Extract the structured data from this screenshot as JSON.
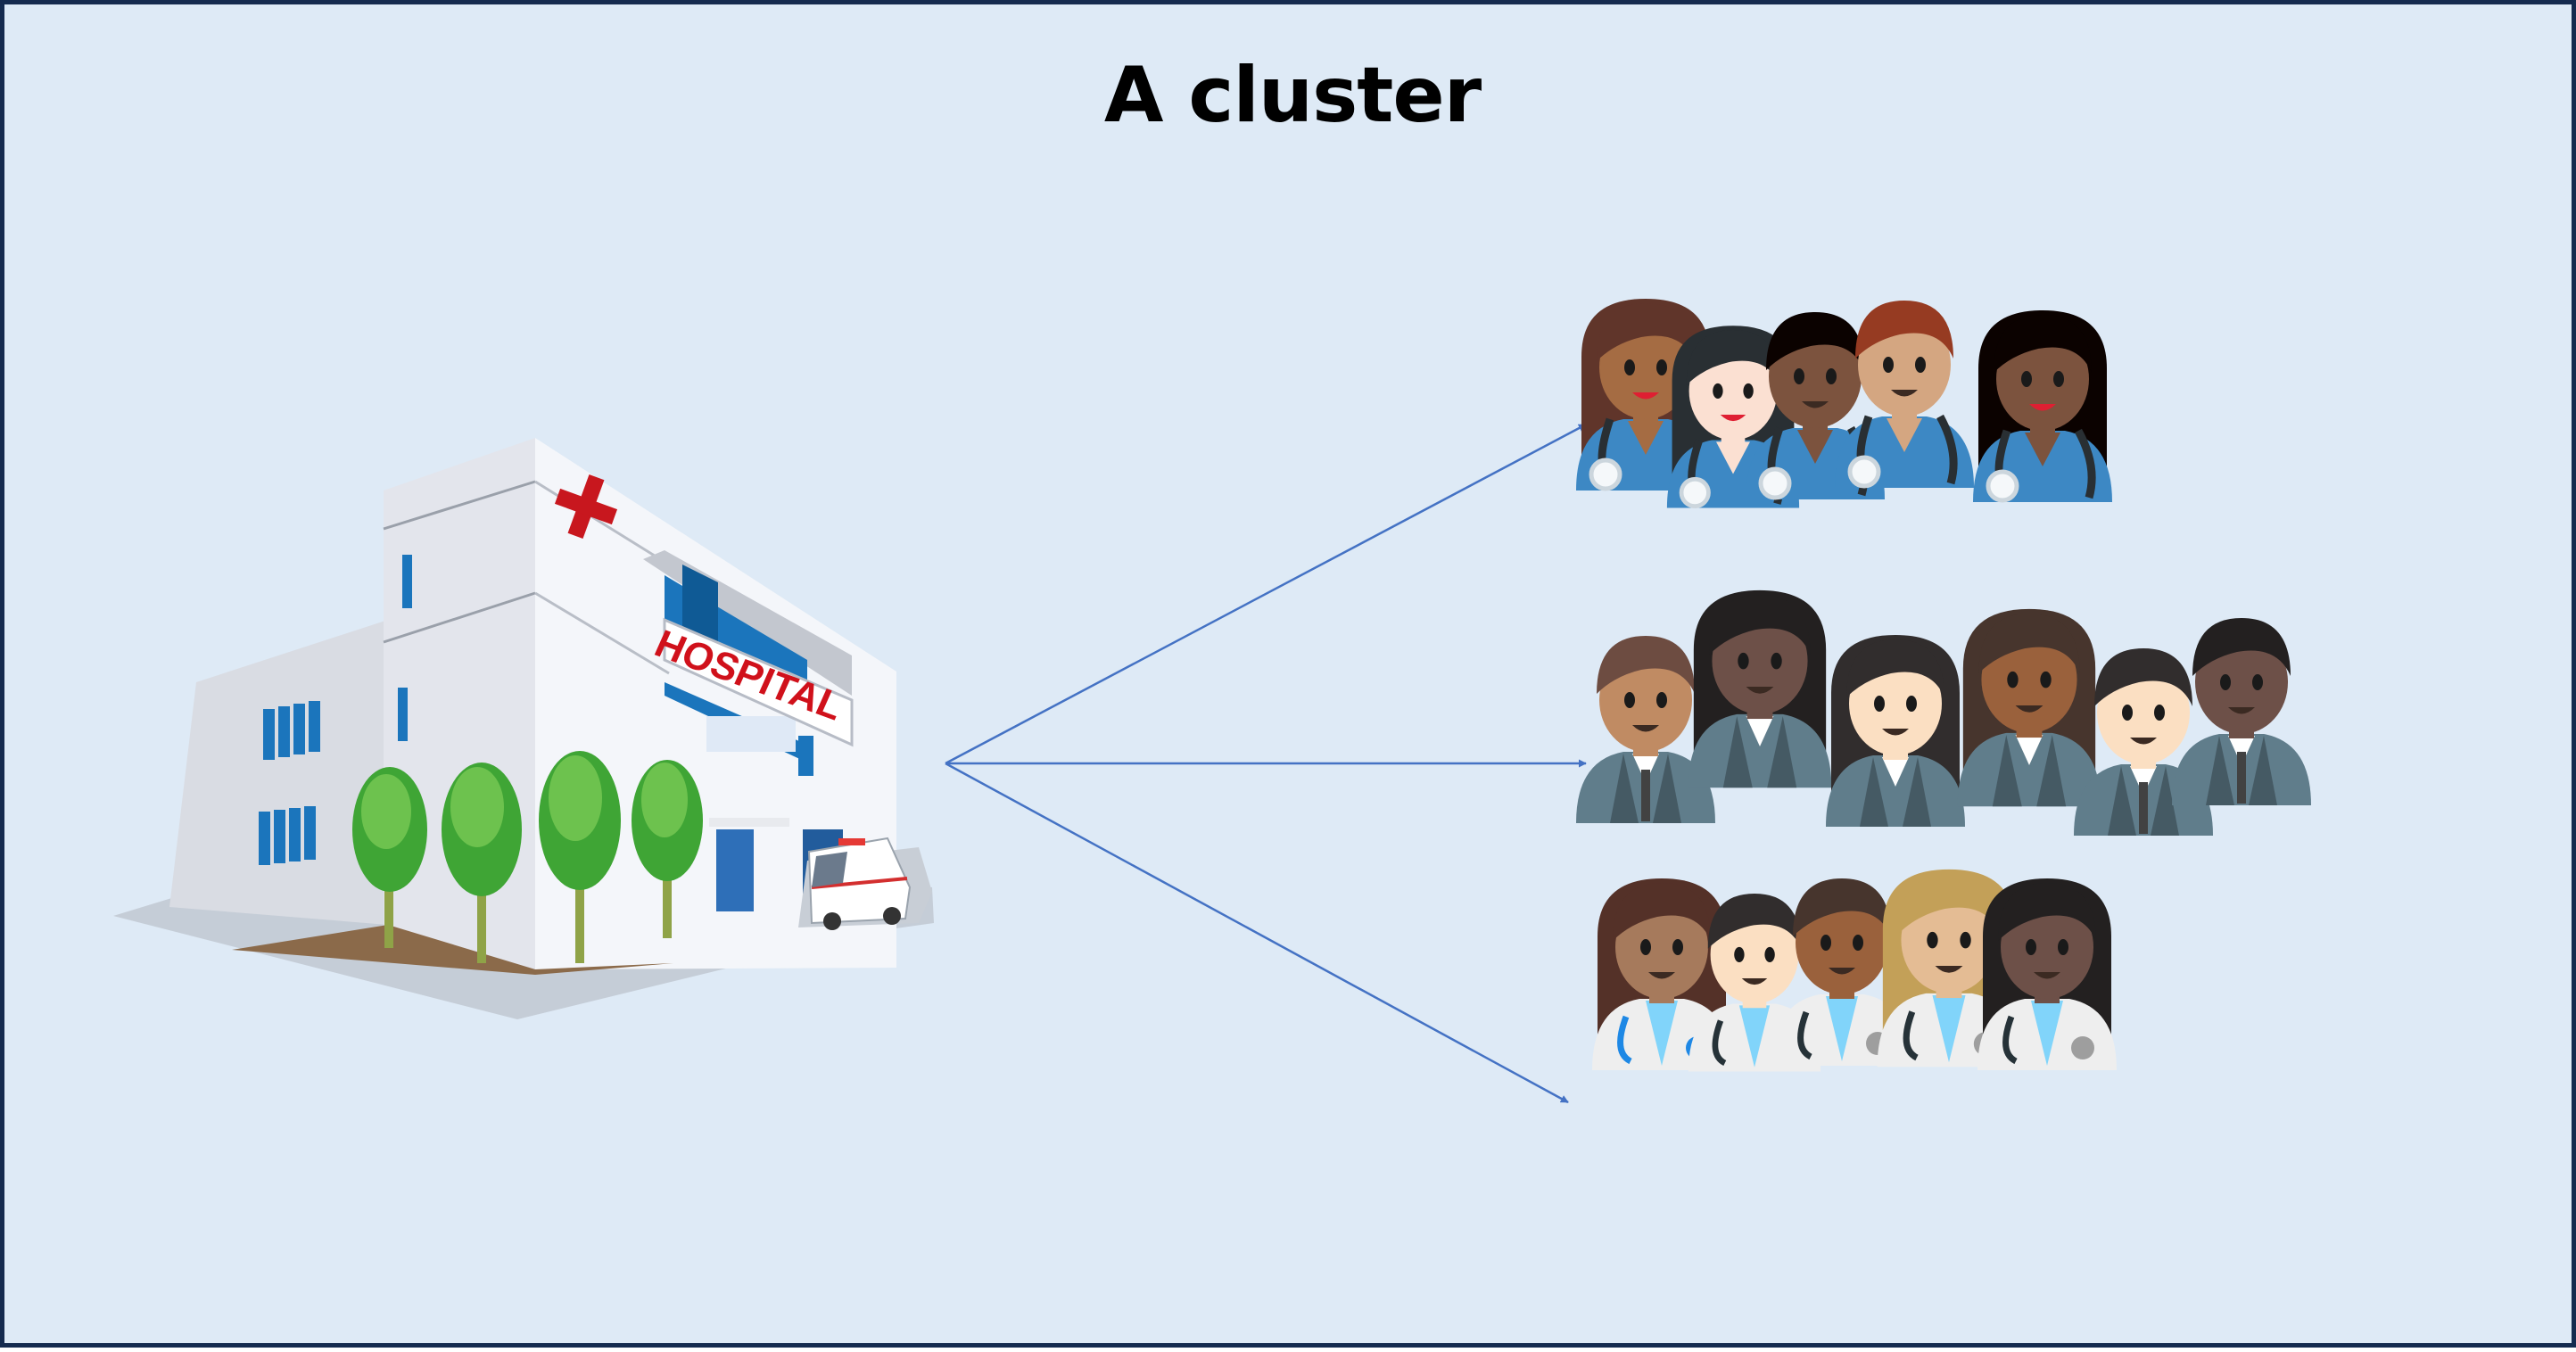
{
  "title": "A cluster",
  "hospital": {
    "sign_text": "HOSPITAL",
    "icon": "hospital-building-icon",
    "colors": {
      "cross": "#c8171e",
      "sign_text": "#d0111b",
      "windows": "#1b75bc",
      "wall": "#f2f4f8",
      "trees": "#4caf3a"
    }
  },
  "arrows": {
    "color": "#4472c4",
    "targets": [
      "group-1",
      "group-2",
      "group-3"
    ]
  },
  "groups": [
    {
      "id": "group-1",
      "kind": "health-workers-scrubs",
      "icon": "health-worker-scrubs-icon",
      "uniform_color": "#3d88c4",
      "people": [
        {
          "skin": "#a56c43",
          "hair": "#60352a",
          "gender": "female"
        },
        {
          "skin": "#fbe0d2",
          "hair": "#292f33",
          "gender": "female"
        },
        {
          "skin": "#7c533e",
          "hair": "#0b0200",
          "gender": "male"
        },
        {
          "skin": "#d4a681",
          "hair": "#963b22",
          "gender": "male"
        },
        {
          "skin": "#7c533e",
          "hair": "#0b0200",
          "gender": "female"
        }
      ]
    },
    {
      "id": "group-2",
      "kind": "office-workers",
      "icon": "office-worker-icon",
      "uniform_color": "#607d8b",
      "people": [
        {
          "skin": "#c08b63",
          "hair": "#6d4c41",
          "gender": "male"
        },
        {
          "skin": "#6d5048",
          "hair": "#232020",
          "gender": "female"
        },
        {
          "skin": "#fbdfc2",
          "hair": "#312d2d",
          "gender": "female"
        },
        {
          "skin": "#9a613c",
          "hair": "#47352d",
          "gender": "female"
        },
        {
          "skin": "#fbdfc2",
          "hair": "#312d2d",
          "gender": "male"
        },
        {
          "skin": "#6d5048",
          "hair": "#232020",
          "gender": "male"
        }
      ]
    },
    {
      "id": "group-3",
      "kind": "doctors-white-coat",
      "icon": "doctor-white-coat-icon",
      "uniform_color": "#eeeeee",
      "people": [
        {
          "skin": "#a67a5c",
          "hair": "#543128",
          "gender": "female"
        },
        {
          "skin": "#fbdfc2",
          "hair": "#312d2d",
          "gender": "male"
        },
        {
          "skin": "#9a613c",
          "hair": "#47352d",
          "gender": "male"
        },
        {
          "skin": "#e4bc94",
          "hair": "#c3a058",
          "gender": "female"
        },
        {
          "skin": "#6d5048",
          "hair": "#232020",
          "gender": "female"
        }
      ]
    }
  ]
}
